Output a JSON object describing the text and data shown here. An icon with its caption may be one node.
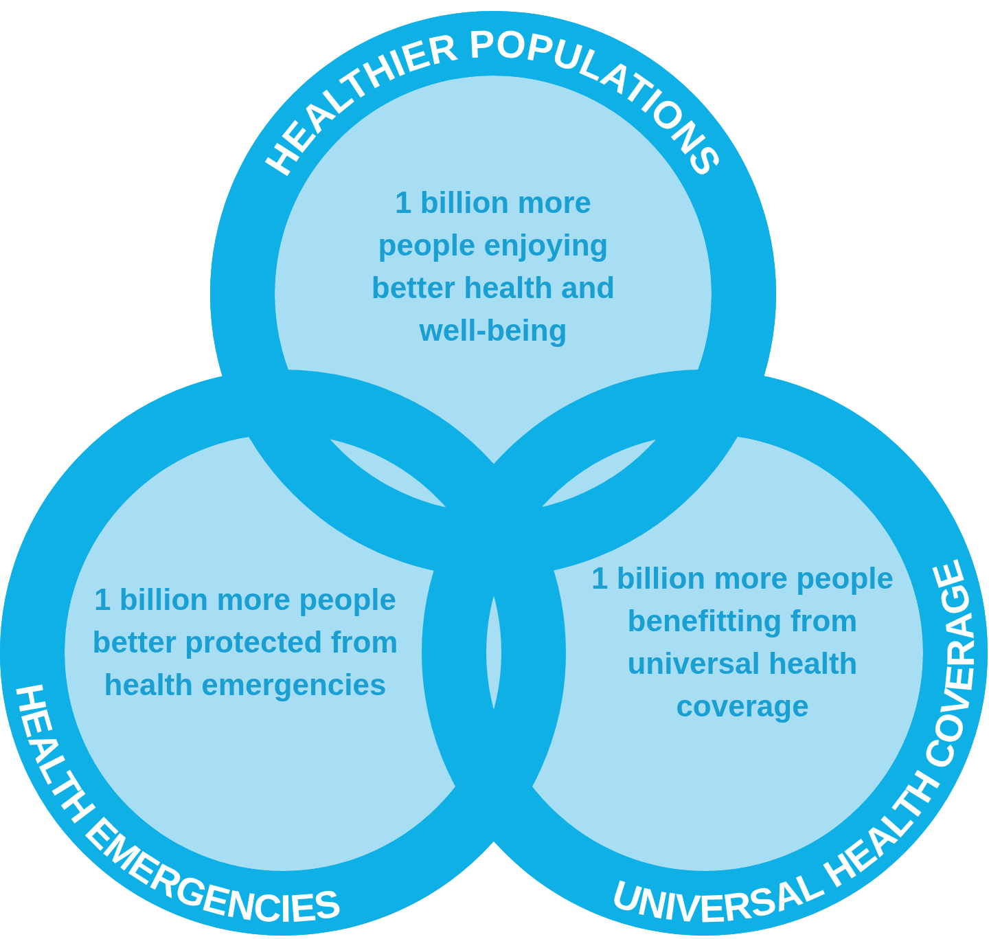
{
  "diagram": {
    "nodes": [
      {
        "text": [
          "HEALTHIER POPULATIONS",
          "1 billion more people enjoying better health and well-being"
        ]
      },
      {
        "text": [
          "1 billion more people better protected from health emergencies",
          "HEALTH EMERGENCIES"
        ]
      },
      {
        "text": [
          "1 billion more people benefitting from universal health coverage",
          "UNIVERSAL HEALTH COVERAGE"
        ]
      }
    ]
  }
}
